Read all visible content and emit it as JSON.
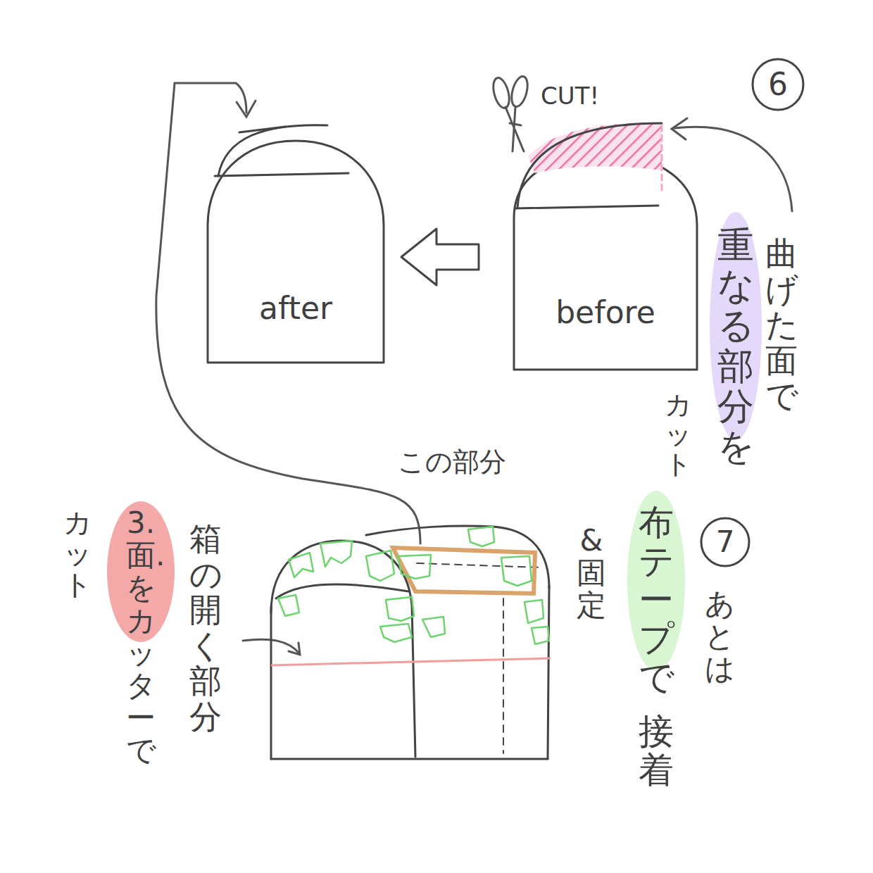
{
  "diagram": {
    "nodes": [
      {
        "text": [
          "before"
        ]
      },
      {
        "text": [
          "after"
        ]
      }
    ],
    "edges": [
      {
        "from": 0,
        "to": 1,
        "arrow": "to"
      }
    ],
    "labels": [
      "6",
      "CUT!",
      "曲げた面で",
      "重なる部分を",
      "カット",
      "この部分",
      "7",
      "あとは",
      "布テープで",
      "接着",
      "&固定",
      "箱の開く部分",
      "3.面.をカッターで",
      "カット"
    ]
  }
}
